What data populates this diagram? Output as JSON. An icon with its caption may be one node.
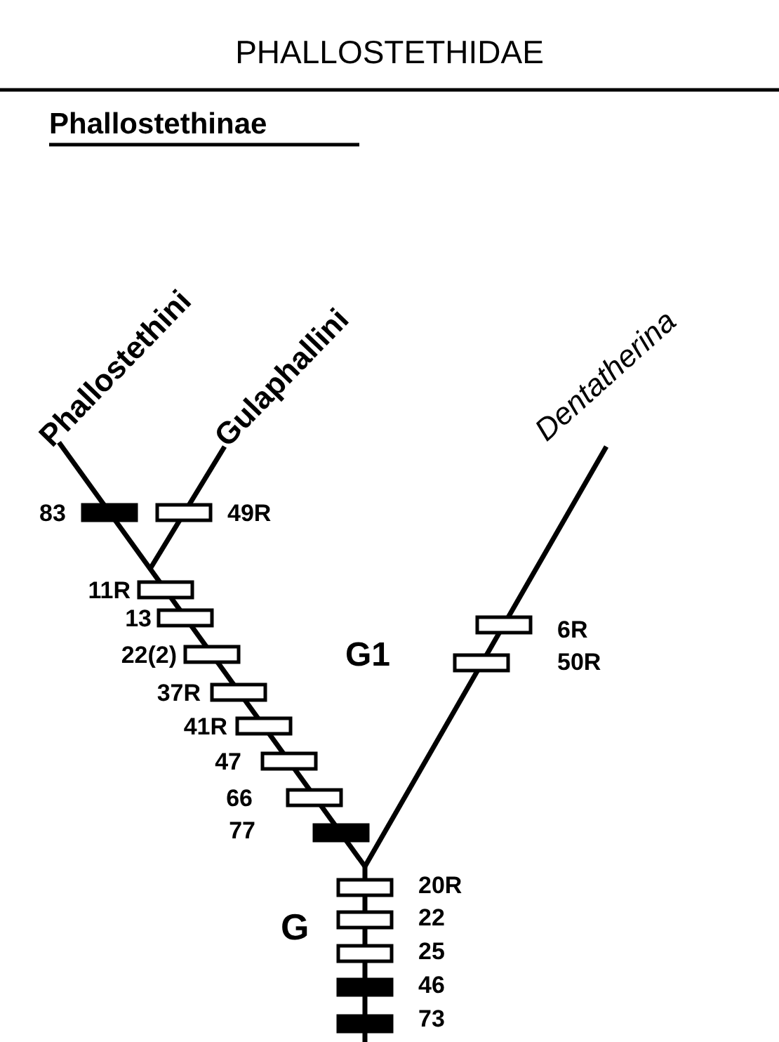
{
  "diagram": {
    "title": "PHALLOSTETHIDAE",
    "labels": [
      "Phallostethinae",
      "Phallostethini",
      "Gulaphallini",
      "Dentatherina",
      "83",
      "49R",
      "11R",
      "13",
      "22(2)",
      "G1",
      "6R",
      "37R",
      "50R",
      "41R",
      "47",
      "66",
      "77",
      "20R",
      "G",
      "22",
      "25",
      "46",
      "73"
    ]
  }
}
